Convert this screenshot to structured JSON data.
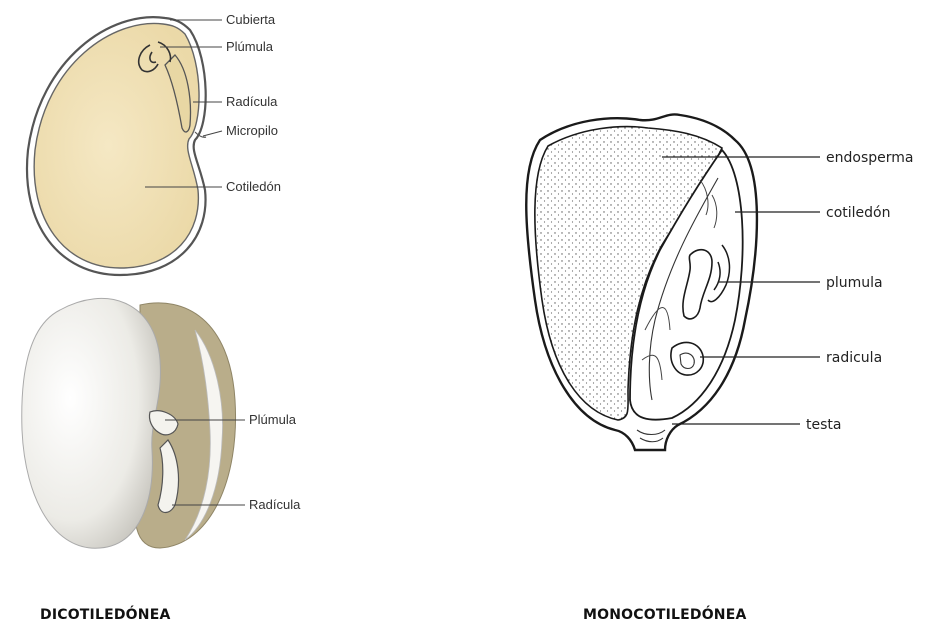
{
  "dicot": {
    "top_labels": {
      "cubierta": "Cubierta",
      "plumula": "Plúmula",
      "radicula": "Radícula",
      "micropilo": "Micropilo",
      "cotiledon": "Cotiledón"
    },
    "bottom_labels": {
      "plumula": "Plúmula",
      "radicula": "Radícula"
    },
    "caption": "DICOTILEDÓNEA"
  },
  "monocot": {
    "labels": {
      "endosperma": "endosperma",
      "cotiledon": "cotiledón",
      "plumula": "plumula",
      "radicula": "radicula",
      "testa": "testa"
    },
    "caption": "MONOCOTILEDÓNEA"
  },
  "colors": {
    "seed_fill": "#f2e3b9",
    "seed_outline": "#555555",
    "embryo_fill": "#b9ad8a",
    "white_bean": "#f1f0ec",
    "leader_line": "#444444",
    "mono_outline": "#1a1a1a"
  }
}
